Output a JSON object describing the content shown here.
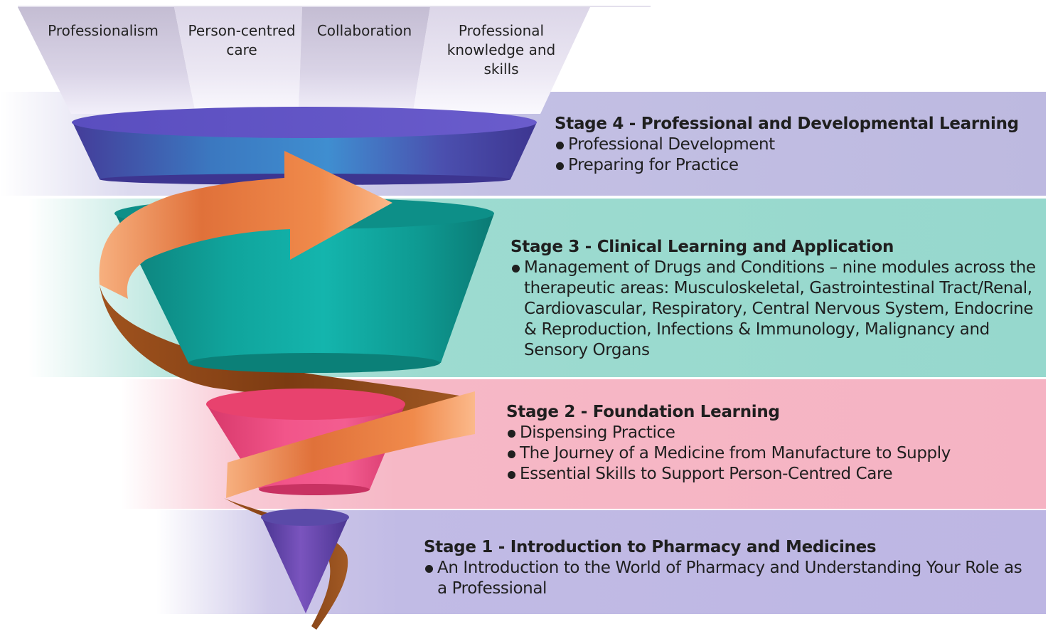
{
  "values": [
    {
      "label": "Professionalism"
    },
    {
      "label": "Person-centred care"
    },
    {
      "label": "Collaboration"
    },
    {
      "label": "Professional knowledge and skills"
    }
  ],
  "stages": [
    {
      "title": "Stage 4 - Professional and Developmental Learning",
      "items": [
        "Professional Development",
        "Preparing for Practice"
      ],
      "color": "#c3c0e4"
    },
    {
      "title": "Stage 3 - Clinical Learning and Application",
      "items": [
        "Management of Drugs and Conditions – nine modules across the therapeutic areas: Musculoskeletal, Gastrointestinal Tract/Renal, Cardiovascular, Respiratory, Central Nervous System, Endocrine & Reproduction, Infections & Immunology, Malignancy and Sensory Organs"
      ],
      "color": "#9ddbd0"
    },
    {
      "title": "Stage 2 - Foundation Learning",
      "items": [
        "Dispensing Practice",
        "The Journey of a Medicine from Manufacture to Supply",
        "Essential Skills to Support Person-Centred Care"
      ],
      "color": "#f6b8c6"
    },
    {
      "title": "Stage 1 - Introduction to Pharmacy and Medicines",
      "items": [
        "An Introduction to the World of Pharmacy and Understanding Your Role as a Professional"
      ],
      "color": "#c1bbe5"
    }
  ],
  "colors": {
    "stage4_funnel": "#5b4fb8",
    "stage3_funnel": "#12a8a0",
    "stage2_funnel": "#ee4d80",
    "stage1_funnel": "#6a4db0",
    "arrow": "#f08a4b"
  }
}
